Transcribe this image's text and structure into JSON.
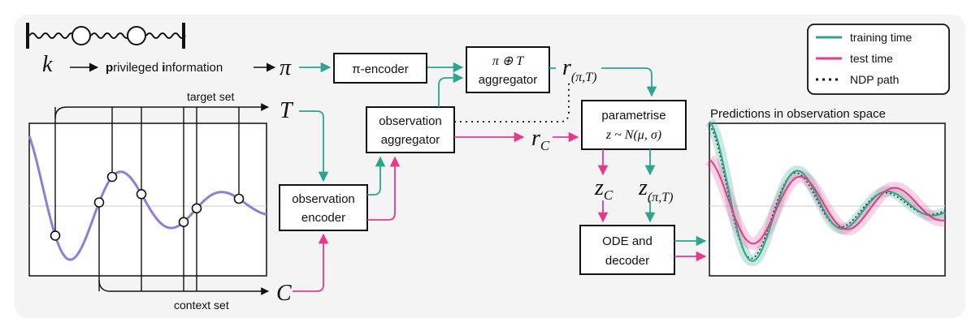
{
  "colors": {
    "training": "#2ca58d",
    "test": "#e6398a",
    "signal": "#8b7fd9",
    "background": "#f4f4f4",
    "box_stroke": "#111111"
  },
  "left": {
    "k_symbol": "k",
    "privileged_prefix": "p",
    "privileged_mid": "rivileged ",
    "information_prefix": "i",
    "information_rest": "nformation",
    "target_set_label": "target set",
    "context_set_label": "context set",
    "pi_symbol": "π",
    "t_symbol": "T",
    "c_symbol": "C"
  },
  "boxes": {
    "pi_encoder": "π-encoder",
    "pi_t_aggregator_top": "π ⊕ T",
    "pi_t_aggregator_bottom": "aggregator",
    "observation_aggregator_top": "observation",
    "observation_aggregator_bottom": "aggregator",
    "observation_encoder_top": "observation",
    "observation_encoder_bottom": "encoder",
    "parametrise_top": "parametrise",
    "parametrise_bottom": "z  ~ N(μ, σ)",
    "ode_decoder_top": "ODE and",
    "ode_decoder_bottom": "decoder"
  },
  "latents": {
    "r_pi_t": "r",
    "r_pi_t_sub": "(π,T)",
    "r_c": "r",
    "r_c_sub": "C",
    "z_c": "z",
    "z_c_sub": "C",
    "z_pi_t": "z",
    "z_pi_t_sub": "(π,T)"
  },
  "legend": {
    "training": "training time",
    "test": "test time",
    "ndp": "NDP path"
  },
  "predictions_title": "Predictions in observation space",
  "icons": [
    "spring-mass-icon"
  ]
}
